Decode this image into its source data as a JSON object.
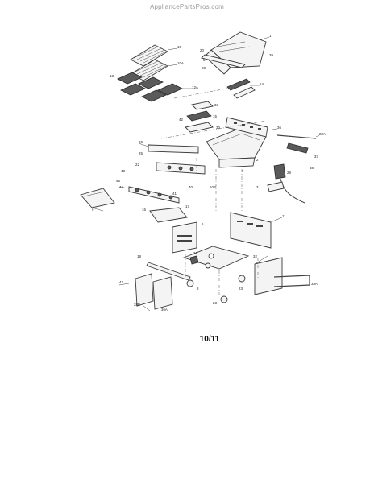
{
  "watermark": "AppliancePartsPros.com",
  "caption": "10/11",
  "callouts": {
    "c1": "1",
    "c10": "10",
    "c10a": "10A",
    "c11": "11",
    "c12a": "12A",
    "c20": "20",
    "c5": "5",
    "c39": "39",
    "c28": "28",
    "c2": "2",
    "c14": "14",
    "c33": "33",
    "c15": "15",
    "c30": "30",
    "c42": "42",
    "c7": "7",
    "c31": "31",
    "c8": "8",
    "c36": "36",
    "c40": "40",
    "c9": "9",
    "c6": "6",
    "c23": "23",
    "c4": "4",
    "c3": "3",
    "c22": "22",
    "c43": "43",
    "c21": "21",
    "c29": "29",
    "c18": "18",
    "c37": "37",
    "c25": "25",
    "c32": "32",
    "c10b": "10B",
    "c16": "16",
    "c17": "17",
    "c26": "26",
    "c41": "41",
    "c45": "45",
    "c35": "35",
    "c24": "24",
    "c44": "44",
    "c13": "13",
    "c34": "34",
    "c38": "38",
    "c27": "27",
    "c19": "19",
    "c12": "12",
    "c36b": "36",
    "c8b": "8",
    "c20b": "20",
    "c28a": "28A",
    "c42b": "42",
    "c23b": "23",
    "c28b": "28B",
    "c36a": "36A",
    "c38a": "38A",
    "c19b": "19"
  }
}
